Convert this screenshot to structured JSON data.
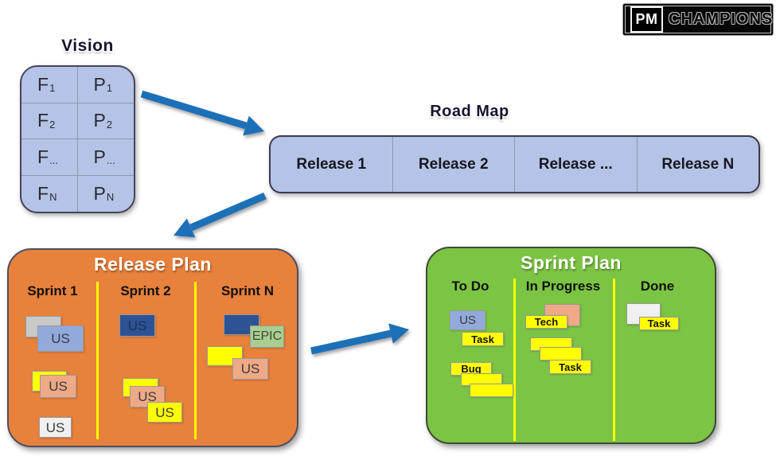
{
  "palette": {
    "orange": "#E8813C",
    "green": "#7CC544",
    "light_blue": "#B5C3E6",
    "arrow_blue": "#1B6FB8",
    "yellow": "#FFFF00",
    "dark_blue": "#2D5394",
    "salmon": "#EFA987",
    "epic_green": "#A9CE90",
    "gray_card": "#C9C9C9",
    "white_card": "#F0F0F0",
    "blue_card": "#92A9DB"
  },
  "logo": {
    "pm": "PM",
    "name": "CHAMPIONS"
  },
  "vision": {
    "title": "Vision",
    "rows": [
      {
        "feature": "F",
        "feature_sub": "1",
        "product": "P",
        "product_sub": "1"
      },
      {
        "feature": "F",
        "feature_sub": "2",
        "product": "P",
        "product_sub": "2"
      },
      {
        "feature": "F",
        "feature_sub": "...",
        "product": "P",
        "product_sub": "..."
      },
      {
        "feature": "F",
        "feature_sub": "N",
        "product": "P",
        "product_sub": "N"
      }
    ]
  },
  "roadmap": {
    "title": "Road Map",
    "releases": [
      "Release 1",
      "Release 2",
      "Release ...",
      "Release N"
    ]
  },
  "release_plan": {
    "title": "Release Plan",
    "columns": [
      {
        "header": "Sprint 1",
        "cards": [
          {
            "label": "",
            "color": "gray_card"
          },
          {
            "label": "US",
            "color": "blue_card"
          },
          {
            "label": "",
            "color": "yellow"
          },
          {
            "label": "US",
            "color": "salmon"
          },
          {
            "label": "US",
            "color": "white_card"
          }
        ]
      },
      {
        "header": "Sprint 2",
        "cards": [
          {
            "label": "US",
            "color": "dark_blue"
          },
          {
            "label": "",
            "color": "yellow"
          },
          {
            "label": "US",
            "color": "salmon"
          },
          {
            "label": "US",
            "color": "yellow"
          }
        ]
      },
      {
        "header": "Sprint N",
        "cards": [
          {
            "label": "",
            "color": "dark_blue"
          },
          {
            "label": "EPIC",
            "color": "epic_green"
          },
          {
            "label": "",
            "color": "yellow"
          },
          {
            "label": "US",
            "color": "salmon"
          }
        ]
      }
    ]
  },
  "sprint_plan": {
    "title": "Sprint Plan",
    "columns": [
      {
        "header": "To Do",
        "cards": [
          {
            "label": "US",
            "color": "blue_card"
          },
          {
            "label": "Task",
            "color": "yellow"
          },
          {
            "label": "Bug",
            "color": "yellow"
          },
          {
            "label": "",
            "color": "yellow"
          },
          {
            "label": "",
            "color": "yellow"
          }
        ]
      },
      {
        "header": "In Progress",
        "cards": [
          {
            "label": "",
            "color": "salmon"
          },
          {
            "label": "Tech",
            "color": "yellow"
          },
          {
            "label": "",
            "color": "yellow"
          },
          {
            "label": "",
            "color": "yellow"
          },
          {
            "label": "Task",
            "color": "yellow"
          }
        ]
      },
      {
        "header": "Done",
        "cards": [
          {
            "label": "",
            "color": "white_card"
          },
          {
            "label": "Task",
            "color": "yellow"
          }
        ]
      }
    ]
  }
}
